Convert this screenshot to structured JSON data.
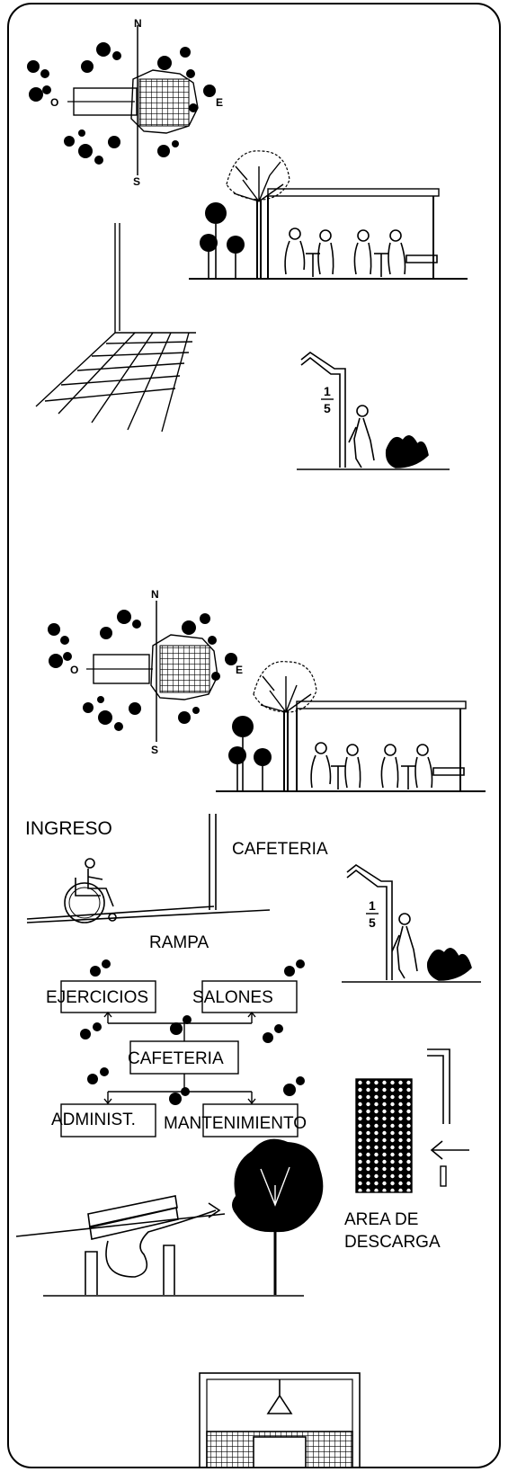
{
  "colors": {
    "ink": "#000000",
    "paper": "#ffffff"
  },
  "compass_top": {
    "north": "N",
    "south": "S",
    "east": "E",
    "west": "O"
  },
  "compass_bottom": {
    "north": "N",
    "south": "S",
    "east": "E",
    "west": "O"
  },
  "sill_top": {
    "numerator": "1",
    "denominator": "5"
  },
  "sill_bottom": {
    "numerator": "1",
    "denominator": "5"
  },
  "labels": {
    "ingreso": "INGRESO",
    "cafeteria": "CAFETERIA",
    "rampa": "RAMPA",
    "area_descarga_1": "AREA DE",
    "area_descarga_2": "DESCARGA"
  },
  "flow_diagram": {
    "ejercicios": "EJERCICIOS",
    "salones": "SALONES",
    "cafeteria": "CAFETERIA",
    "administ": "ADMINIST.",
    "mantenimiento": "MANTENIMIENTO"
  }
}
